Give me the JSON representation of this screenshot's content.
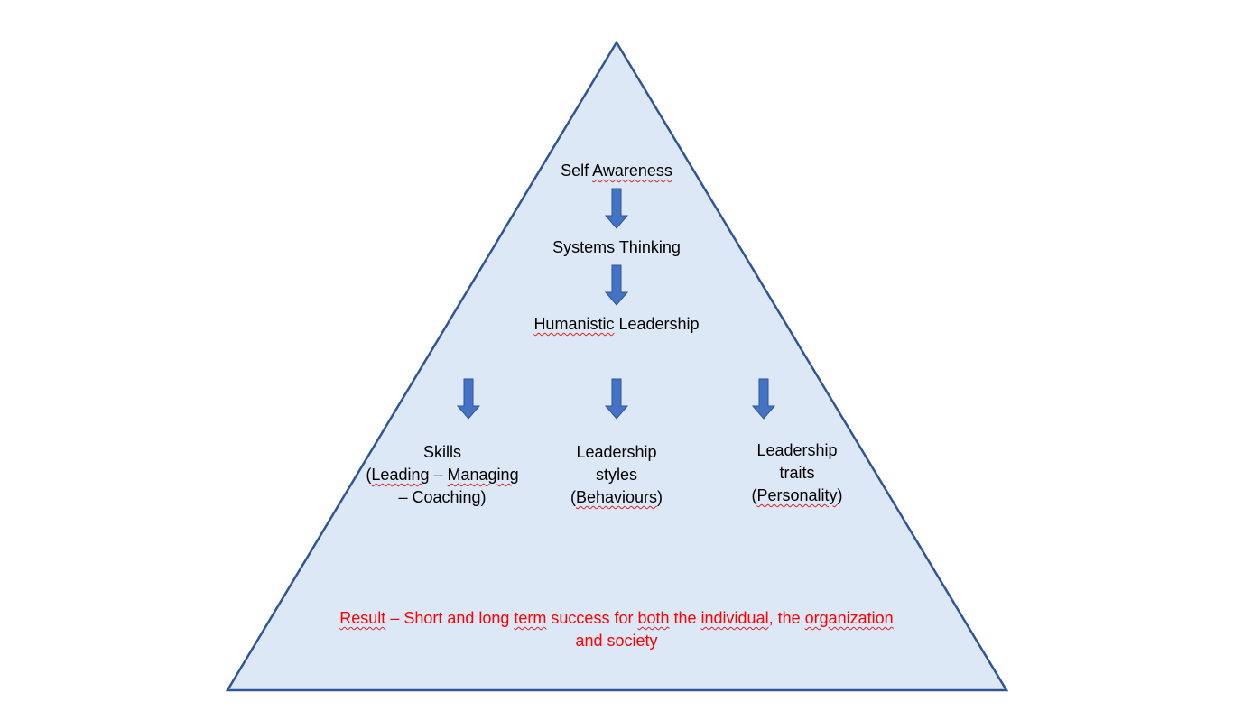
{
  "colors": {
    "triangle_fill": "#dce8f5",
    "triangle_stroke": "#2f5597",
    "arrow_fill": "#4472c4",
    "arrow_stroke": "#2f5597",
    "result_text": "#ff0000",
    "spell_underline": "#e32222"
  },
  "levels": {
    "self": {
      "first": "Self",
      "second": "Awareness"
    },
    "systems": {
      "label": "Systems Thinking"
    },
    "humanistic": {
      "first": "Humanistic",
      "second": " Leadership"
    }
  },
  "branches": {
    "skills": {
      "line1": "Skills",
      "line2_open": "(",
      "line2_a": "Leading",
      "line2_dash": " – ",
      "line2_b": "Managing",
      "line3": "– Coaching)"
    },
    "styles": {
      "line1": "Leadership",
      "line2": "styles",
      "line3_open": "(",
      "line3_word": "Behaviours",
      "line3_close": ")"
    },
    "traits": {
      "line1": "Leadership",
      "line2": "traits",
      "line3_open": "(",
      "line3_word": "Personality",
      "line3_close": ")"
    }
  },
  "result": {
    "w1": "Result",
    "t1": " – Short and long ",
    "w2": "term",
    "t2": " success for ",
    "w3": "both",
    "t3": " the ",
    "w4": "individual",
    "t4": ", the ",
    "w5": "organization",
    "line2": "and society"
  }
}
